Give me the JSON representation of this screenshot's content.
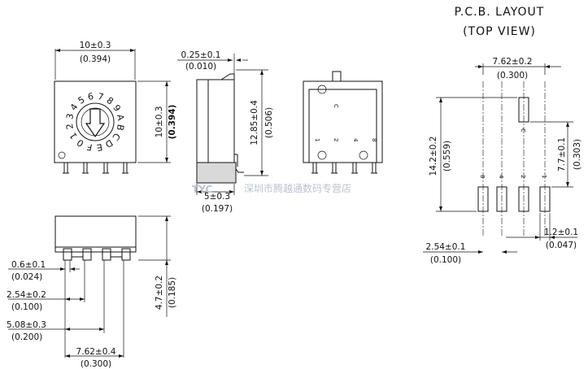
{
  "pcb_layout": {
    "title_line1": "P.C.B. LAYOUT",
    "title_line2": "(TOP VIEW)",
    "dims": {
      "pitch_top": "7.62±0.2",
      "pitch_top_in": "(0.300)",
      "height_total": "14.2±0.2",
      "height_total_in": "(0.559)",
      "height_upper": "7.7±0.1",
      "height_upper_in": "(0.303)",
      "pad_width": "1.2±0.1",
      "pad_width_in": "(0.047)",
      "pitch_bottom": "2.54±0.1",
      "pitch_bottom_in": "(0.100)"
    },
    "pad_labels": [
      "8",
      "4",
      "2",
      "1"
    ],
    "pad_label_top": "C"
  },
  "top_view": {
    "width": "10±0.3",
    "width_in": "(0.394)",
    "height": "10±0.3",
    "height_in": "(0.394)",
    "dial_digits": [
      "0",
      "1",
      "2",
      "3",
      "4",
      "5",
      "6",
      "7",
      "8",
      "9",
      "A",
      "B",
      "C",
      "D",
      "E",
      "F"
    ]
  },
  "side_view": {
    "lead_thickness": "0.25±0.1",
    "lead_thickness_in": "(0.010)",
    "total_height": "12.85±0.4",
    "total_height_in": "(0.506)",
    "body_depth": "5±0.3",
    "body_depth_in": "(0.197)"
  },
  "back_view": {
    "pin_labels": [
      "C",
      "1",
      "2",
      "4",
      "8"
    ]
  },
  "front_view": {
    "pin_width": "0.6±0.1",
    "pin_width_in": "(0.024)",
    "pitch": "2.54±0.2",
    "pitch_in": "(0.100)",
    "span2": "5.08±0.3",
    "span2_in": "(0.200)",
    "span3": "7.62±0.4",
    "span3_in": "(0.300)",
    "height": "4.7±0.2",
    "height_in": "(0.185)"
  },
  "watermark": {
    "logo_text": "TYC",
    "text": "深圳市腾越通数码专营店"
  }
}
